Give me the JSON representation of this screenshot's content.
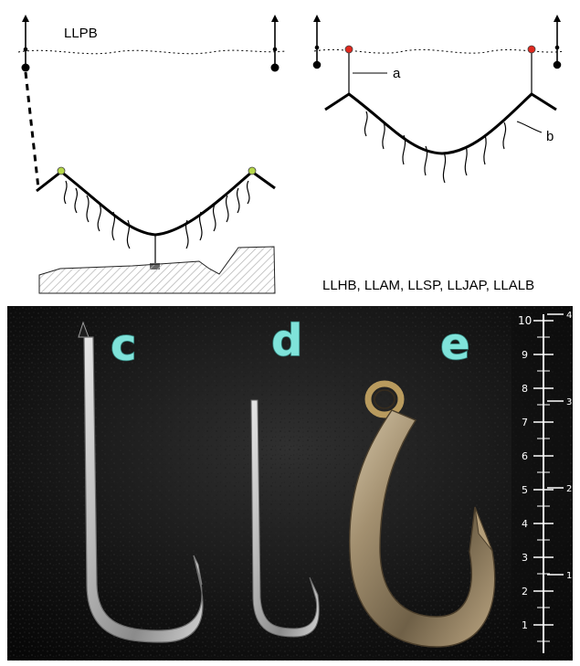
{
  "diagram_top_left": {
    "title": "LLPB"
  },
  "diagram_top_right": {
    "labels": [
      "a",
      "b"
    ],
    "codes": "LLHB, LLAM, LLSP, LLJAP, LLALB"
  },
  "photo": {
    "hooks": {
      "c": "c",
      "d": "d",
      "e": "e"
    },
    "ruler": {
      "cm_labels": [
        "10",
        "9",
        "8",
        "7",
        "6",
        "5",
        "4",
        "3",
        "2",
        "1"
      ],
      "inch_labels": [
        "4",
        "3",
        "2",
        "1"
      ]
    }
  },
  "colors": {
    "node_yellow": "#b6d84a",
    "node_red": "#e0281e",
    "letter_fill": "#7fe3da",
    "photo_bg": "#141414",
    "hatch_gray": "#b8b8b8"
  },
  "icons": {
    "float": "arrow-up-icon",
    "weight": "weight-icon",
    "hook_shape": "hook-icon"
  }
}
